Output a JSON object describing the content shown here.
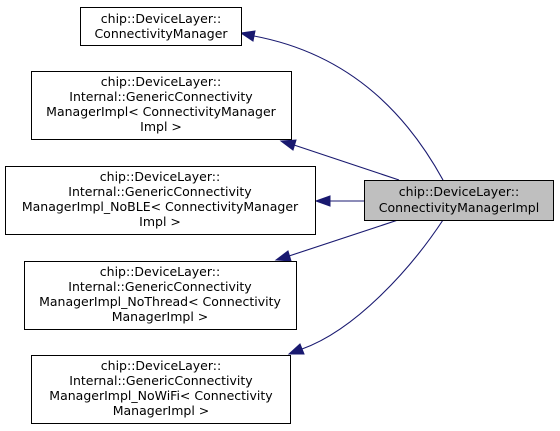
{
  "diagram": {
    "nodes": [
      {
        "id": "derived",
        "lines": [
          "chip::DeviceLayer::",
          "ConnectivityManagerImpl"
        ]
      },
      {
        "id": "connectivity-manager",
        "lines": [
          "chip::DeviceLayer::",
          "ConnectivityManager"
        ]
      },
      {
        "id": "generic-connectivity-manager-impl",
        "lines": [
          "chip::DeviceLayer::",
          "Internal::GenericConnectivity",
          "ManagerImpl< ConnectivityManager",
          "Impl >"
        ]
      },
      {
        "id": "generic-connectivity-manager-impl-noble",
        "lines": [
          "chip::DeviceLayer::",
          "Internal::GenericConnectivity",
          "ManagerImpl_NoBLE< ConnectivityManager",
          "Impl >"
        ]
      },
      {
        "id": "generic-connectivity-manager-impl-nothread",
        "lines": [
          "chip::DeviceLayer::",
          "Internal::GenericConnectivity",
          "ManagerImpl_NoThread< Connectivity",
          "ManagerImpl >"
        ]
      },
      {
        "id": "generic-connectivity-manager-impl-nowifi",
        "lines": [
          "chip::DeviceLayer::",
          "Internal::GenericConnectivity",
          "ManagerImpl_NoWiFi< Connectivity",
          "ManagerImpl >"
        ]
      }
    ],
    "edges": [
      {
        "from": "derived",
        "to": "connectivity-manager"
      },
      {
        "from": "derived",
        "to": "generic-connectivity-manager-impl"
      },
      {
        "from": "derived",
        "to": "generic-connectivity-manager-impl-noble"
      },
      {
        "from": "derived",
        "to": "generic-connectivity-manager-impl-nothread"
      },
      {
        "from": "derived",
        "to": "generic-connectivity-manager-impl-nowifi"
      }
    ],
    "colors": {
      "edge": "#191970",
      "focus_fill": "#bfbfbf",
      "box_fill": "#ffffff",
      "box_stroke": "#000000"
    }
  }
}
